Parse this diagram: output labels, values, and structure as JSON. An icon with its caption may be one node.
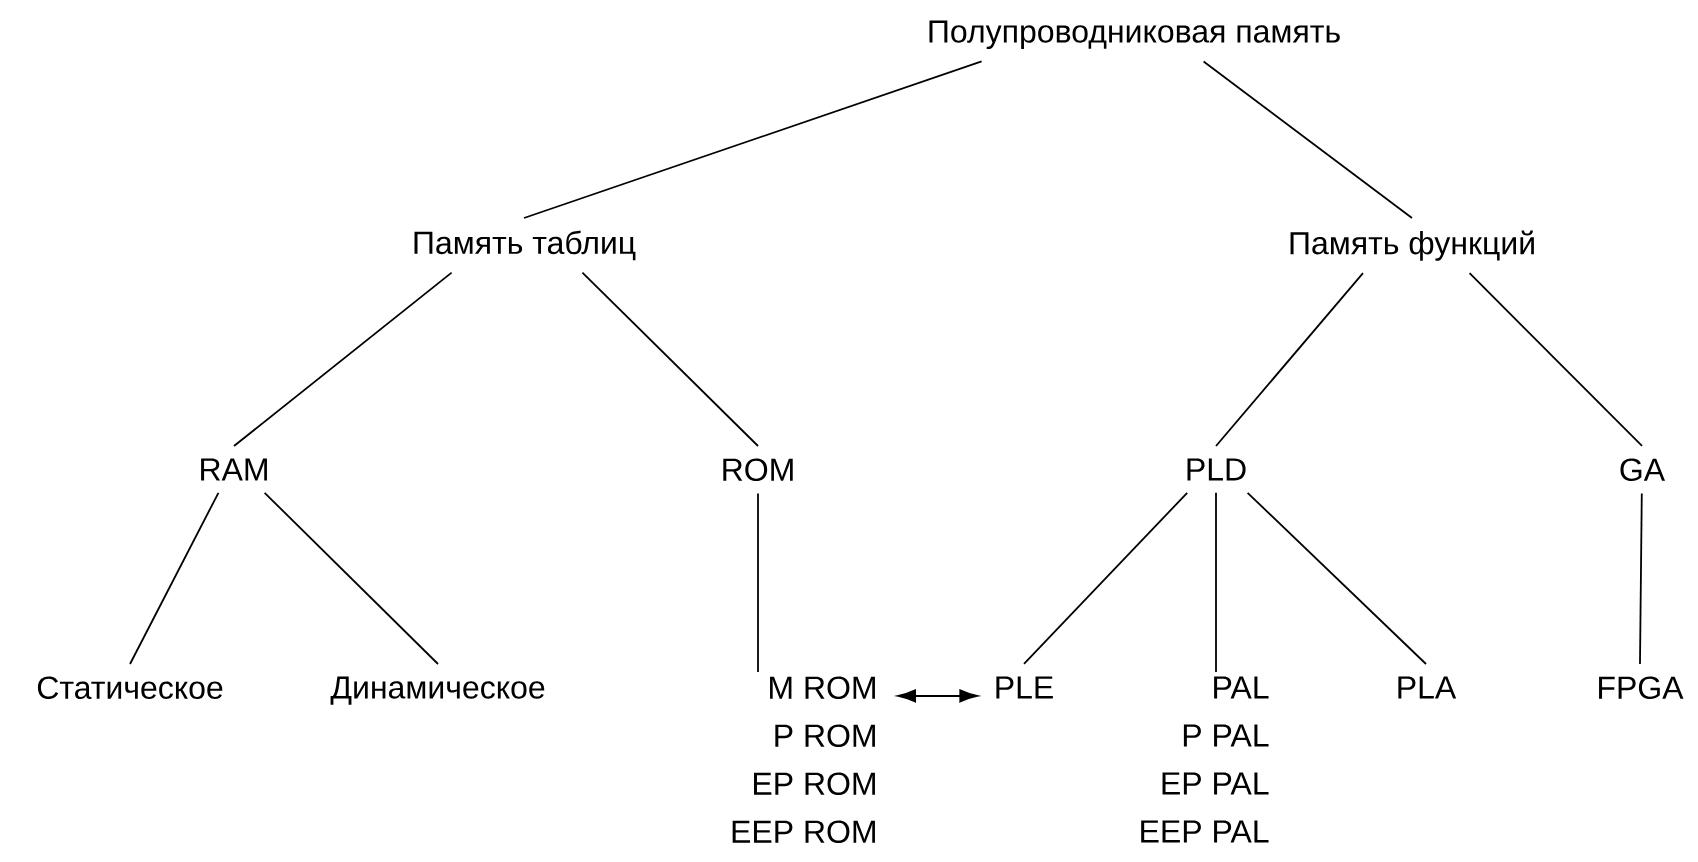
{
  "diagram": {
    "nodes": [
      {
        "text": [
          "Полупроводниковая память"
        ]
      },
      {
        "text": [
          "Память таблиц"
        ]
      },
      {
        "text": [
          "Память функций"
        ]
      },
      {
        "text": [
          "RAM"
        ]
      },
      {
        "text": [
          "ROM"
        ]
      },
      {
        "text": [
          "PLD"
        ]
      },
      {
        "text": [
          "GA"
        ]
      },
      {
        "text": [
          "Статическое"
        ]
      },
      {
        "text": [
          "Динамическое"
        ]
      },
      {
        "text": [
          "M ROM",
          "P ROM",
          "EP ROM",
          "EEP ROM"
        ]
      },
      {
        "text": [
          "PLE"
        ]
      },
      {
        "text": [
          "PAL",
          "P PAL",
          "EP PAL",
          "EEP PAL"
        ]
      },
      {
        "text": [
          "PLA"
        ]
      },
      {
        "text": [
          "FPGA"
        ]
      }
    ],
    "edges": [
      {
        "from": 0,
        "to": 1,
        "arrow": "none"
      },
      {
        "from": 0,
        "to": 2,
        "arrow": "none"
      },
      {
        "from": 1,
        "to": 3,
        "arrow": "none"
      },
      {
        "from": 1,
        "to": 4,
        "arrow": "none"
      },
      {
        "from": 2,
        "to": 5,
        "arrow": "none"
      },
      {
        "from": 2,
        "to": 6,
        "arrow": "none"
      },
      {
        "from": 3,
        "to": 7,
        "arrow": "none"
      },
      {
        "from": 3,
        "to": 8,
        "arrow": "none"
      },
      {
        "from": 4,
        "to": 9,
        "arrow": "none"
      },
      {
        "from": 5,
        "to": 10,
        "arrow": "none"
      },
      {
        "from": 5,
        "to": 11,
        "arrow": "none"
      },
      {
        "from": 5,
        "to": 12,
        "arrow": "none"
      },
      {
        "from": 6,
        "to": 13,
        "arrow": "none"
      },
      {
        "from": 9,
        "to": 10,
        "arrow": "both"
      }
    ]
  }
}
